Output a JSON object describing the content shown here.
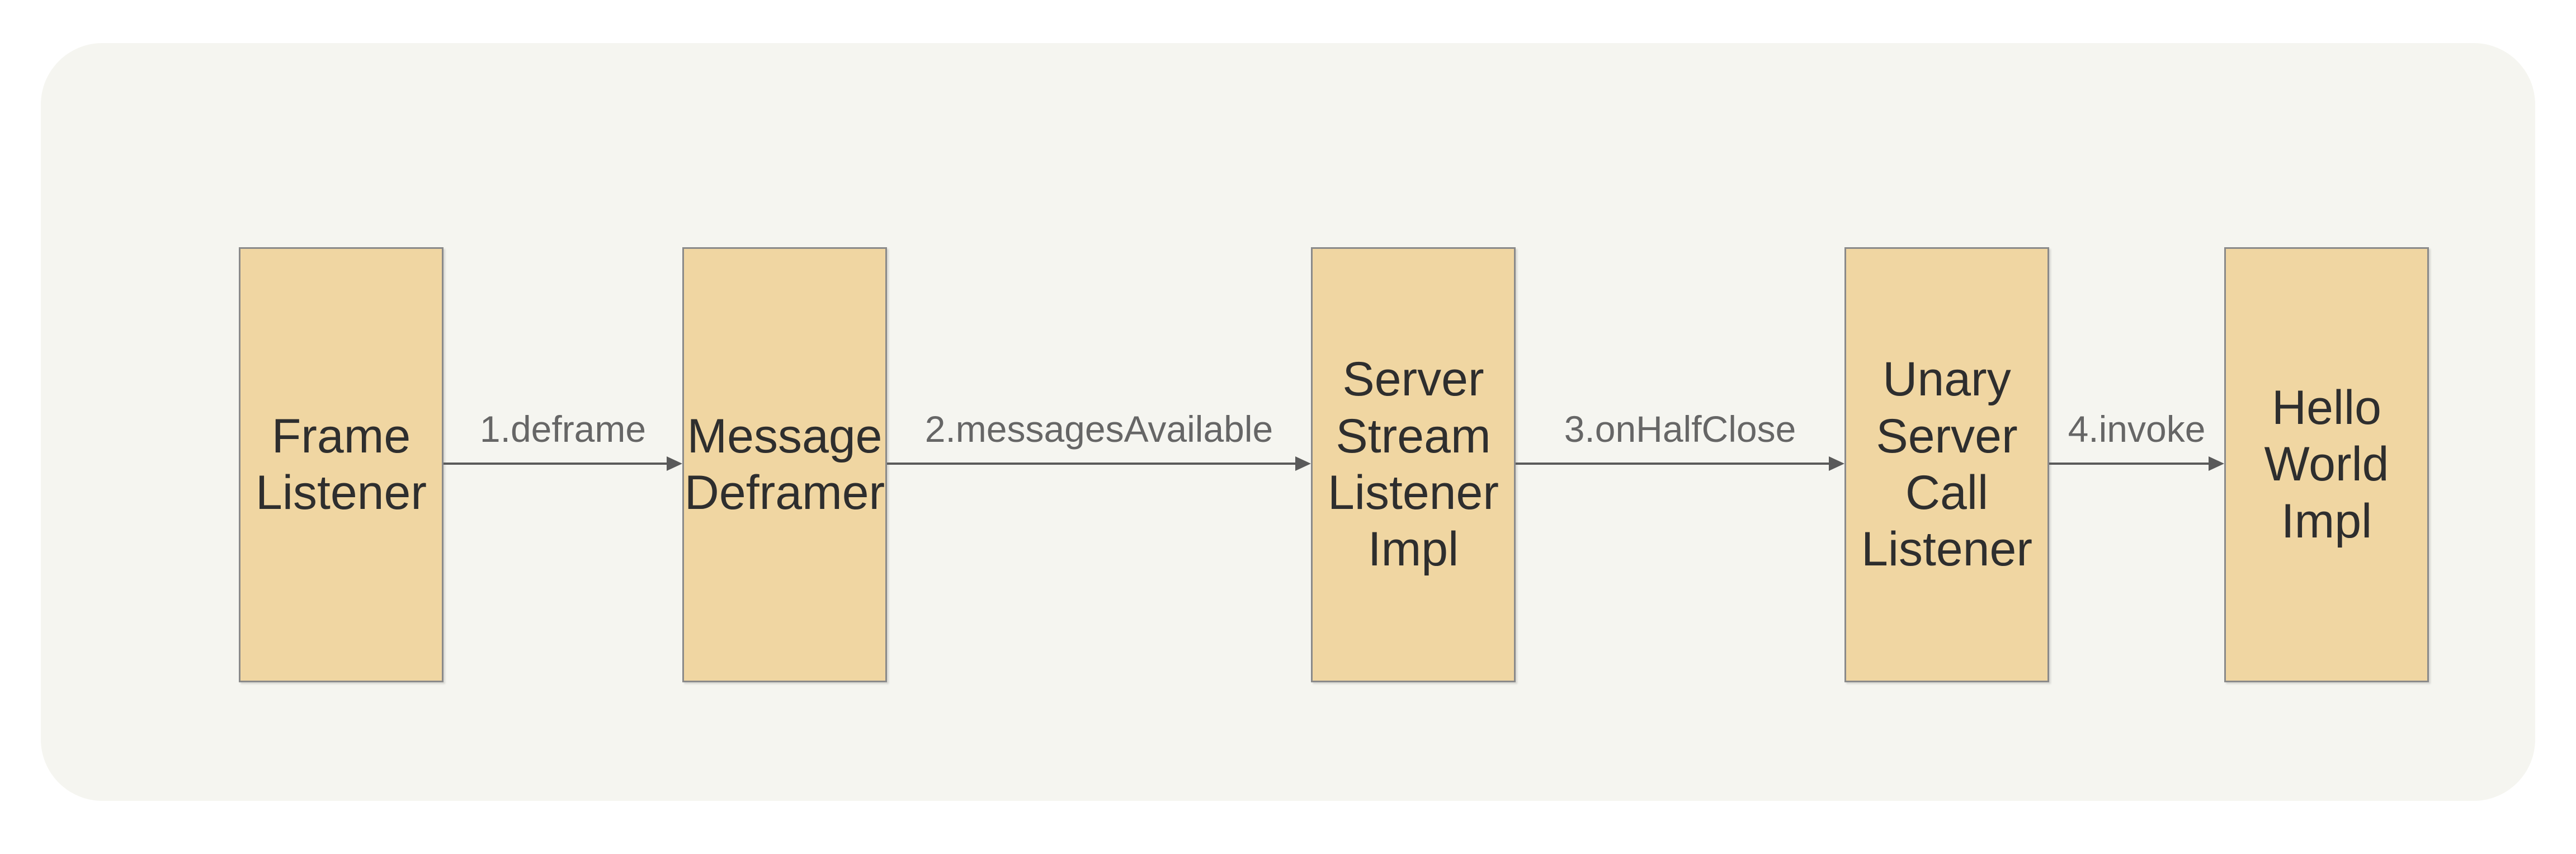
{
  "diagram": {
    "type": "flow",
    "description": "gRPC server inbound message flow diagram: five tan boxes connected left-to-right by labeled arrows on a rounded off-white panel",
    "colors": {
      "outer-bg": "#ffffff",
      "panel-bg": "#f5f5f0",
      "node-fill": "#f0d6a2",
      "node-border": "#8a8a8a",
      "node-text": "#2e2e2e",
      "arrow-color": "#5a5a5a",
      "edge-label-color": "#666666"
    },
    "nodes": [
      {
        "id": "frame-listener",
        "label": "Frame Listener"
      },
      {
        "id": "message-deframer",
        "label": "Message Deframer"
      },
      {
        "id": "server-stream-listener-impl",
        "label": "Server Stream Listener Impl"
      },
      {
        "id": "unary-server-call-listener",
        "label": "Unary Server Call Listener"
      },
      {
        "id": "hello-world-impl",
        "label": "Hello World Impl"
      }
    ],
    "edges": [
      {
        "from": "frame-listener",
        "to": "message-deframer",
        "label": "1.deframe"
      },
      {
        "from": "message-deframer",
        "to": "server-stream-listener-impl",
        "label": "2.messagesAvailable"
      },
      {
        "from": "server-stream-listener-impl",
        "to": "unary-server-call-listener",
        "label": "3.onHalfClose"
      },
      {
        "from": "unary-server-call-listener",
        "to": "hello-world-impl",
        "label": "4.invoke"
      }
    ]
  }
}
